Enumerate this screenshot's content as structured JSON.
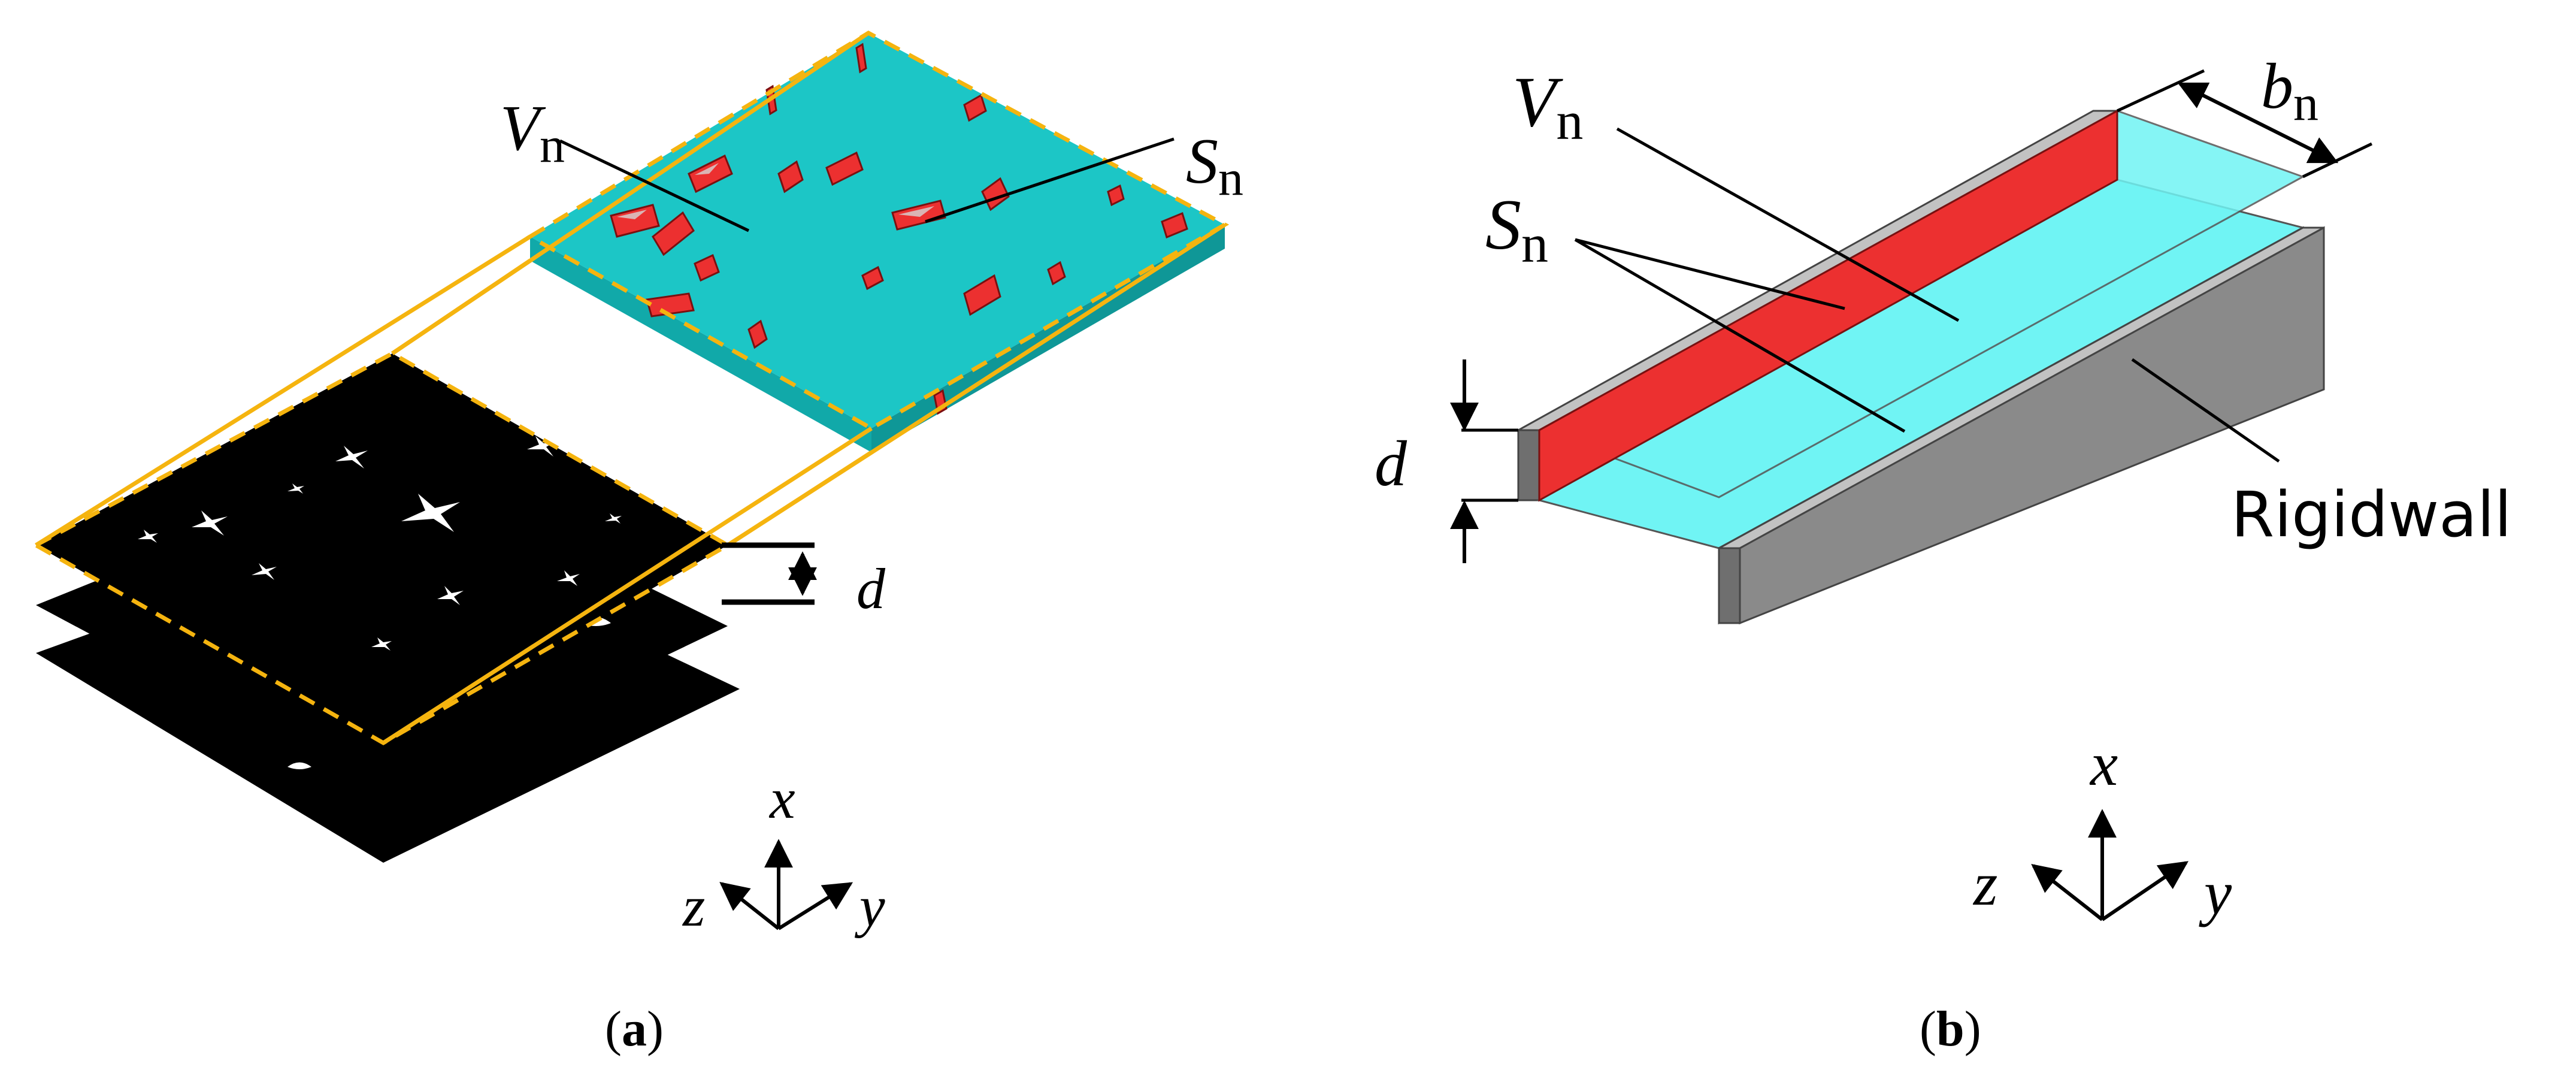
{
  "panel_a": {
    "caption": "(a)",
    "caption_letter": "a",
    "label_V": "V",
    "label_V_sub": "n",
    "label_S": "S",
    "label_S_sub": "n",
    "label_d": "d",
    "axis_x": "x",
    "axis_y": "y",
    "axis_z": "z"
  },
  "panel_b": {
    "caption": "(b)",
    "caption_letter": "b",
    "label_V": "V",
    "label_V_sub": "n",
    "label_S": "S",
    "label_S_sub": "n",
    "label_b": "b",
    "label_b_sub": "n",
    "label_d": "d",
    "label_wall": "Rigidwall",
    "axis_x": "x",
    "axis_y": "y",
    "axis_z": "z"
  },
  "colors": {
    "cyan_slab": "#1cc6c6",
    "cyan_channel": "#70f4f4",
    "red_surface": "#ec3030",
    "dark_red": "#a41818",
    "gray_wall": "#8a8a8a",
    "orange_outline": "#f5b40f",
    "black_slice": "#000000"
  }
}
